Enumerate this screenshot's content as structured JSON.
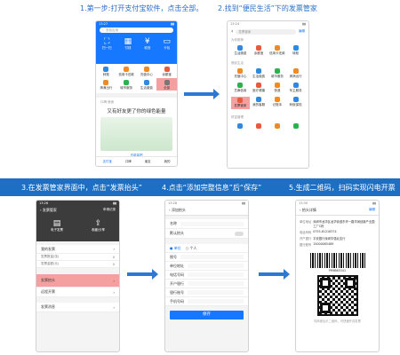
{
  "captions": {
    "step1": "1.第一步:打开支付宝软件，点击全部。",
    "step2": "2.找到“便民生活”下的发票管家",
    "step3": "3.在发票管家界面中，点击“发票抬头”",
    "step4": "4.点击“添加完整信息”后“保存”",
    "step5": "5.生成二维码，扫码实现闪电开票"
  },
  "colors": {
    "blue": "#1d6fc3",
    "accent": "#1677ff",
    "highlight": "#f5a0a0",
    "dark": "#3c3c3c"
  },
  "s1": {
    "time": "13:27",
    "search": "查找应用",
    "top": [
      "扫一扫",
      "付钱",
      "收钱",
      "卡包"
    ],
    "grid": [
      "转账",
      "信用卡还款",
      "充值中心",
      "余额宝",
      "滴滴出行",
      "城市服务",
      "生活缴费",
      "全部"
    ],
    "news_title": "口碑·美食",
    "news_text": "又有好友更了你的绿色能量",
    "news_link": "去能量吧",
    "nav": [
      "支付宝",
      "口碑",
      "朋友",
      "我的"
    ]
  },
  "s2": {
    "time": "13:24",
    "search": "发票管家",
    "manage": "编辑",
    "sections": [
      {
        "title": "为你推荐",
        "items": [
          "生活缴费",
          "余额宝",
          "信用卡还款",
          "转账"
        ]
      },
      {
        "title": "便民生活",
        "items": [
          "充值中心",
          "生活缴费",
          "城市服务",
          "滴滴出行",
          "芝麻信用",
          "医疗健康",
          "快递",
          "车主服务",
          "发票管家",
          "我的客服",
          "记账本",
          "蚂蚁保险"
        ]
      },
      {
        "title": "财富管理",
        "items": []
      }
    ],
    "highlighted": "发票管家"
  },
  "s3": {
    "time": "13:26",
    "title": "发票管家",
    "top_right": "申请记录",
    "buttons": [
      "电子发票",
      "收藏/分享"
    ],
    "rows": [
      {
        "label": "我的发票",
        "value": ""
      },
      {
        "label": "发票数量(张)",
        "value": "0"
      },
      {
        "label": "发票金额(元)",
        "value": "0"
      },
      {
        "label": "发票抬头",
        "value": ""
      },
      {
        "label": "远程开票",
        "value": ""
      },
      {
        "label": "发票消息",
        "value": ""
      }
    ],
    "highlighted": "发票抬头"
  },
  "s4": {
    "time": "13:28",
    "title": "添加抬头",
    "fields": [
      "名称",
      "默认抬头",
      "单位",
      "个人",
      "税号",
      "单位地址",
      "电话号码",
      "开户银行",
      "银行账号",
      "手机号码"
    ],
    "save": "保存"
  },
  "s5": {
    "time": "13:30",
    "title": "抬头详情",
    "edit": "编辑",
    "fields": [
      {
        "label": "单位地址",
        "value": "深圳市龙华区龙华街道东环一路华润创新产业园工厂C栋"
      },
      {
        "label": "电话号码",
        "value": "0755-81218374"
      },
      {
        "label": "开户银行",
        "value": "平安银行深圳华强北支行"
      },
      {
        "label": "银行账号",
        "value": "15000085489"
      }
    ],
    "barcode_number": "PR9B65341",
    "hint": "向商家出示二维码，可快速开具发票"
  }
}
